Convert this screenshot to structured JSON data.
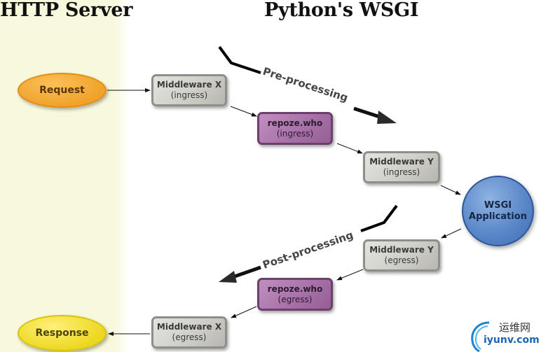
{
  "headings": {
    "server": "HTTP Server",
    "wsgi": "Python's WSGI"
  },
  "endpoints": {
    "request": "Request",
    "response": "Response"
  },
  "application": {
    "line1": "WSGI",
    "line2": "Application"
  },
  "nodes": [
    {
      "title": "Middleware X",
      "phase": "(ingress)"
    },
    {
      "title": "repoze.who",
      "phase": "(ingress)"
    },
    {
      "title": "Middleware Y",
      "phase": "(ingress)"
    },
    {
      "title": "Middleware Y",
      "phase": "(egress)"
    },
    {
      "title": "repoze.who",
      "phase": "(egress)"
    },
    {
      "title": "Middleware X",
      "phase": "(egress)"
    }
  ],
  "flows": {
    "pre": "Pre-processing",
    "post": "Post-processing"
  },
  "watermark": {
    "cn": "运维网",
    "en": "iyunv.com"
  },
  "colors": {
    "server_band": "#f7f8dc",
    "request": "#f0a22a",
    "response": "#ecd820",
    "middleware": "#cfcfc8",
    "repoze": "#a670a6",
    "application": "#5b88c9"
  }
}
